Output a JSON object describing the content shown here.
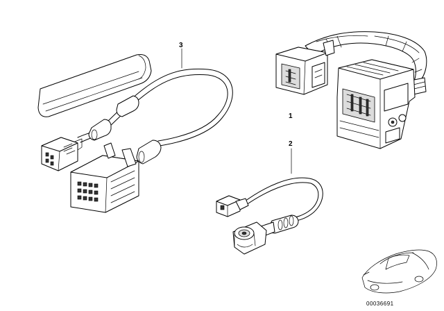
{
  "callouts": [
    {
      "id": "1",
      "text": "1"
    },
    {
      "id": "2",
      "text": "2"
    },
    {
      "id": "3",
      "text": "3"
    }
  ],
  "document_number": "00036691"
}
